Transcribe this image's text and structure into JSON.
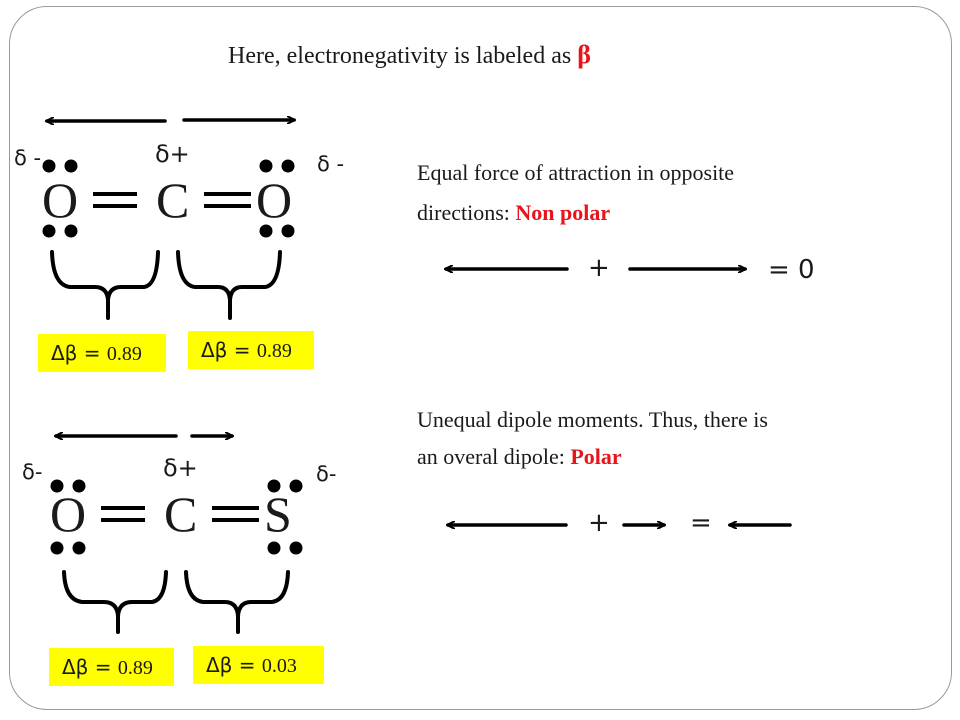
{
  "title": {
    "text": "Here, electronegativity is labeled as ",
    "symbol": "β"
  },
  "molecule1": {
    "left_atom": "O",
    "center_atom": "C",
    "right_atom": "O",
    "left_charge": "δ -",
    "center_charge": "δ+",
    "right_charge": "δ -",
    "left_delta": {
      "label": "Δβ = ",
      "value": "0.89"
    },
    "right_delta": {
      "label": "Δβ = ",
      "value": "0.89"
    }
  },
  "molecule2": {
    "left_atom": "O",
    "center_atom": "C",
    "right_atom": "S",
    "left_charge": "δ-",
    "center_charge": "δ+",
    "right_charge": "δ-",
    "left_delta": {
      "label": "Δβ = ",
      "value": "0.89"
    },
    "right_delta": {
      "label": "Δβ = ",
      "value": "0.03"
    }
  },
  "explanation1": {
    "line1": "Equal force of attraction in opposite",
    "line2_prefix": "directions:  ",
    "conclusion": "Non polar",
    "plus": "+",
    "result": "= 0"
  },
  "explanation2": {
    "line1": "Unequal dipole moments. Thus, there is",
    "line2_prefix": "an overal dipole:   ",
    "conclusion": "Polar",
    "plus": "+",
    "equals": "="
  },
  "colors": {
    "highlight": "#ffff00",
    "accent": "#e8141b",
    "border": "#9a9a9a"
  }
}
